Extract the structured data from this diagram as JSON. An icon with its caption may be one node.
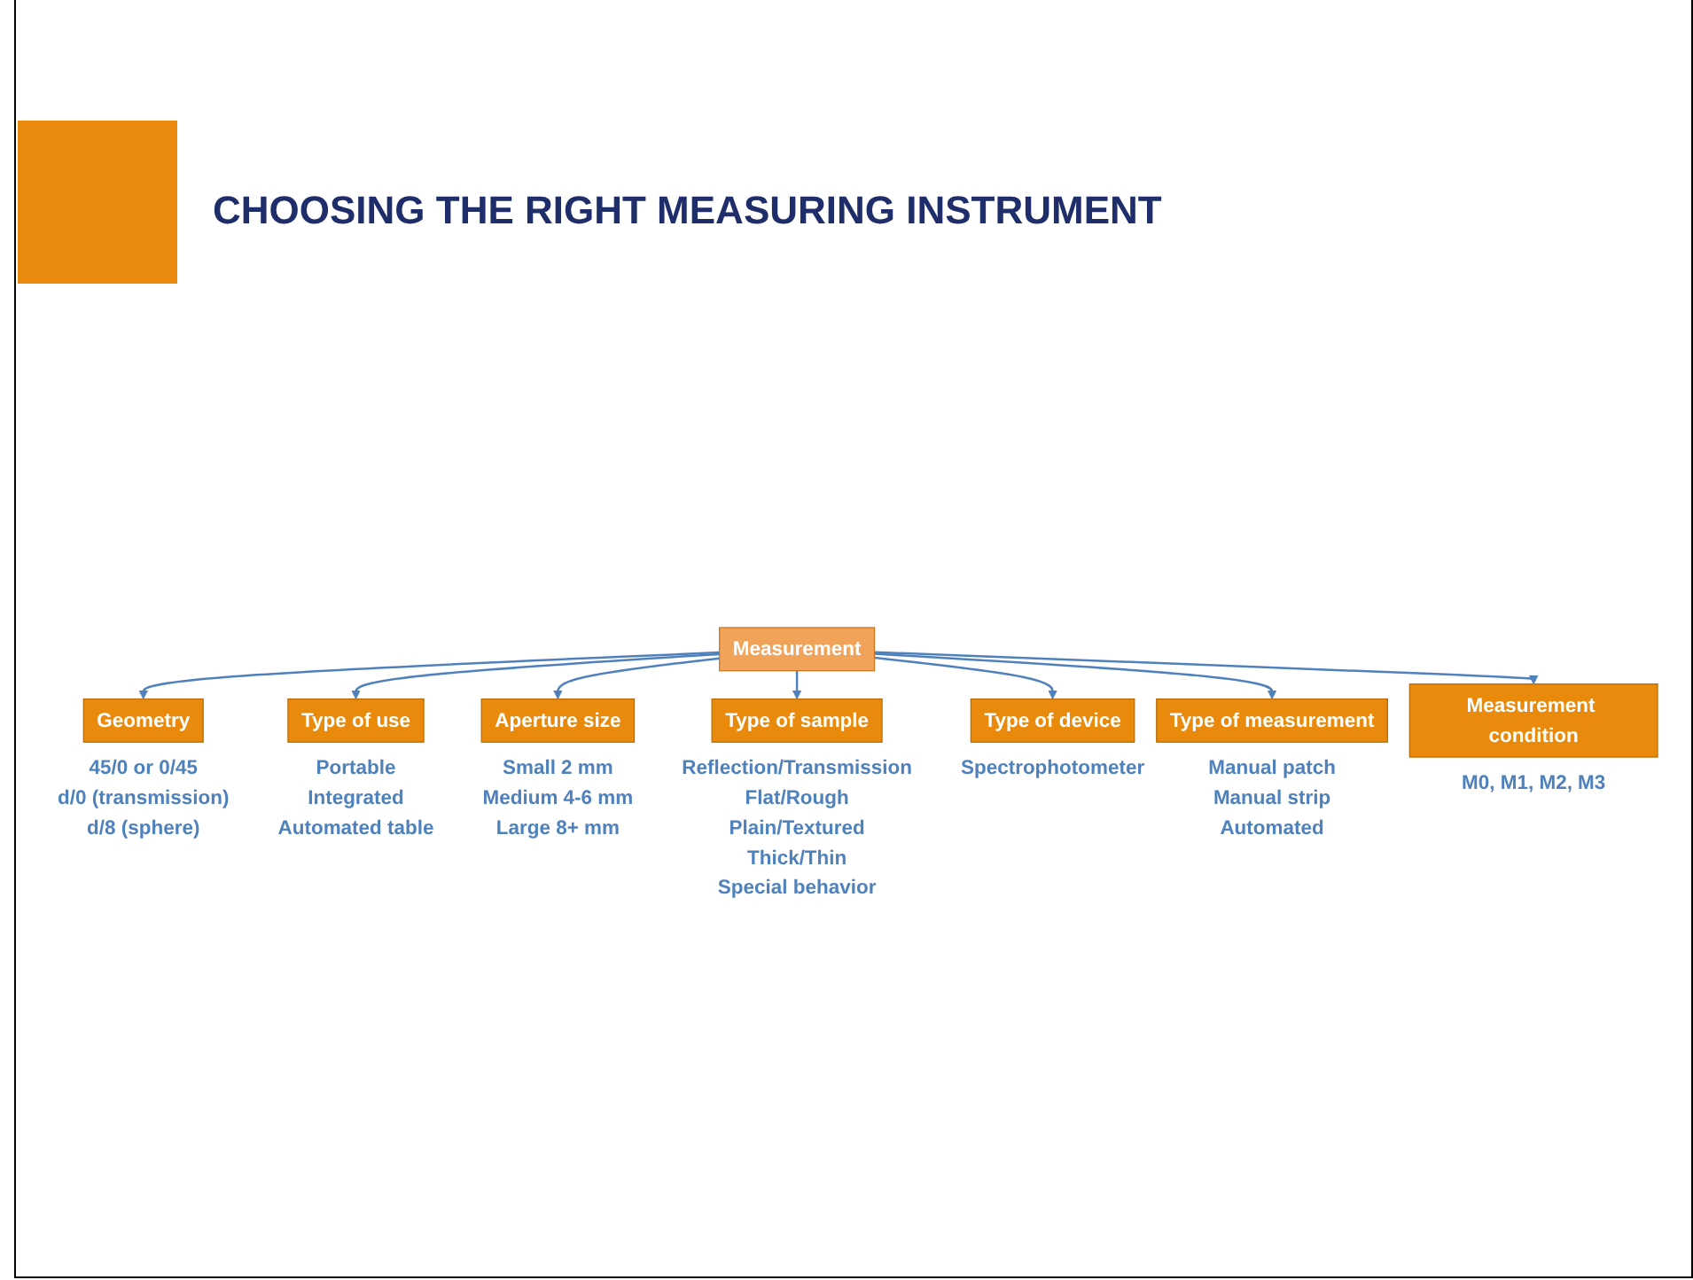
{
  "diagram": {
    "title": "CHOOSING THE RIGHT MEASURING INSTRUMENT",
    "nodes": [
      {
        "text": [
          "Measurement"
        ]
      },
      {
        "text": [
          "Geometry"
        ],
        "beside": [
          "45/0 or 0/45",
          "d/0 (transmission)",
          "d/8 (sphere)"
        ]
      },
      {
        "text": [
          "Type of use"
        ],
        "beside": [
          "Portable",
          "Integrated",
          "Automated table"
        ]
      },
      {
        "text": [
          "Aperture size"
        ],
        "beside": [
          "Small 2 mm",
          "Medium 4-6 mm",
          "Large 8+ mm"
        ]
      },
      {
        "text": [
          "Type of sample"
        ],
        "beside": [
          "Reflection/Transmission",
          "Flat/Rough",
          "Plain/Textured",
          "Thick/Thin",
          "Special behavior"
        ]
      },
      {
        "text": [
          "Type of device"
        ],
        "beside": [
          "Spectrophotometer"
        ]
      },
      {
        "text": [
          "Type of measurement"
        ],
        "beside": [
          "Manual patch",
          "Manual strip",
          "Automated"
        ]
      },
      {
        "text": [
          "Measurement condition"
        ],
        "beside": [
          "M0, M1, M2, M3"
        ]
      }
    ],
    "edges": [
      {
        "from": 0,
        "to": 1,
        "arrow": "to"
      },
      {
        "from": 0,
        "to": 2,
        "arrow": "to"
      },
      {
        "from": 0,
        "to": 3,
        "arrow": "to"
      },
      {
        "from": 0,
        "to": 4,
        "arrow": "to"
      },
      {
        "from": 0,
        "to": 5,
        "arrow": "to"
      },
      {
        "from": 0,
        "to": 6,
        "arrow": "to"
      },
      {
        "from": 0,
        "to": 7,
        "arrow": "to"
      }
    ]
  }
}
